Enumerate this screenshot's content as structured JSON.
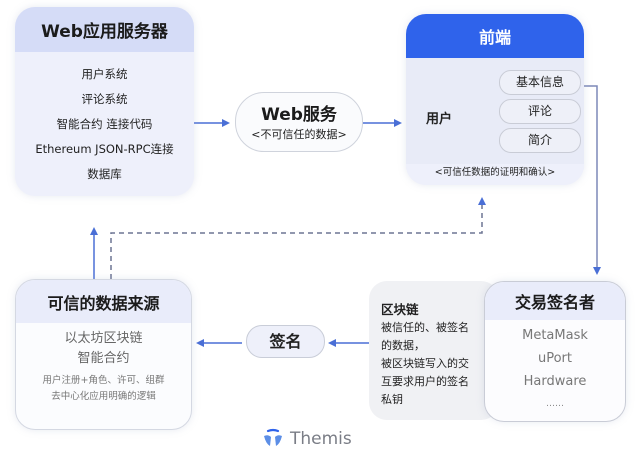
{
  "web_server": {
    "title": "Web应用服务器",
    "items": [
      "用户系统",
      "评论系统",
      "智能合约 连接代码",
      "Ethereum JSON-RPC连接",
      "数据库"
    ]
  },
  "web_service": {
    "title": "Web服务",
    "subtitle": "<不可信任的数据>"
  },
  "frontend": {
    "title": "前端",
    "user_label": "用户",
    "pills": [
      "基本信息",
      "评论",
      "简介"
    ],
    "footer": "<可信任数据的证明和确认>"
  },
  "trusted_source": {
    "title": "可信的数据来源",
    "main_lines": [
      "以太坊区块链",
      "智能合约"
    ],
    "detail_lines": [
      "用户注册+角色、许可、组群",
      "去中心化应用明确的逻辑"
    ]
  },
  "sign": {
    "label": "签名"
  },
  "blockchain": {
    "title": "区块链",
    "description": "被信任的、被签名的数据，被区块链写入的交互要求用户的签名私钥",
    "lines": [
      "被信任的、被签名",
      "的数据，",
      "被区块链写入的交",
      "互要求用户的签名",
      "私钥"
    ]
  },
  "signer": {
    "title": "交易签名者",
    "items": [
      "MetaMask",
      "uPort",
      "Hardware"
    ],
    "more": "……"
  },
  "logo": {
    "name": "Themis",
    "icon": "themis-logo-icon"
  },
  "colors": {
    "accent_blue": "#2f63eb",
    "arrow_blue": "#4a6fd6",
    "header_light": "#d5dcf7",
    "panel_light": "#eef0fb"
  }
}
